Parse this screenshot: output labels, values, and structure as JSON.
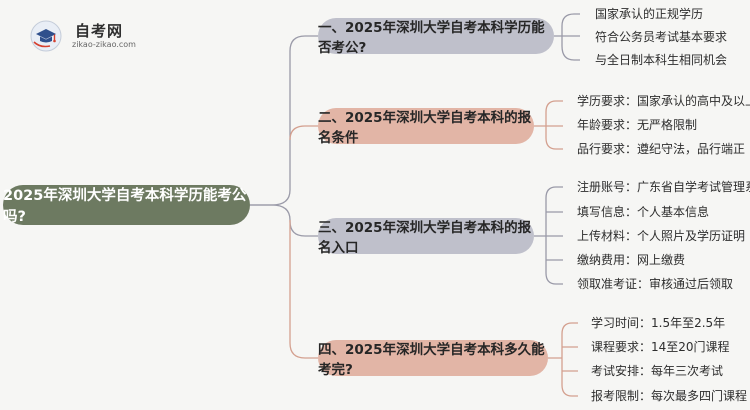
{
  "logo": {
    "title": "自考网",
    "subtitle": "zikao-zikao.com"
  },
  "root": "2025年深圳大学自考本科学历能考公吗?",
  "branches": [
    {
      "label": "一、2025年深圳大学自考本科学历能否考公?",
      "leaves": [
        "国家承认的正规学历",
        "符合公务员考试基本要求",
        "与全日制本科生相同机会"
      ]
    },
    {
      "label": "二、2025年深圳大学自考本科的报名条件",
      "leaves": [
        "学历要求：国家承认的高中及以上学历",
        "年龄要求：无严格限制",
        "品行要求：遵纪守法，品行端正"
      ]
    },
    {
      "label": "三、2025年深圳大学自考本科的报名入口",
      "leaves": [
        "注册账号：广东省自学考试管理系统",
        "填写信息：个人基本信息",
        "上传材料：个人照片及学历证明",
        "缴纳费用：网上缴费",
        "领取准考证：审核通过后领取"
      ]
    },
    {
      "label": "四、2025年深圳大学自考本科多久能考完?",
      "leaves": [
        "学习时间：1.5年至2.5年",
        "课程要求：14至20门课程",
        "考试安排：每年三次考试",
        "报考限制：每次最多四门课程"
      ]
    }
  ],
  "colors": {
    "root": "#6d7a61",
    "branch_a": "#bfc0cb",
    "branch_b": "#e2b5a6",
    "line_a": "#9a9aa8",
    "line_b": "#d4a08f",
    "background": "#f6f6f4"
  }
}
